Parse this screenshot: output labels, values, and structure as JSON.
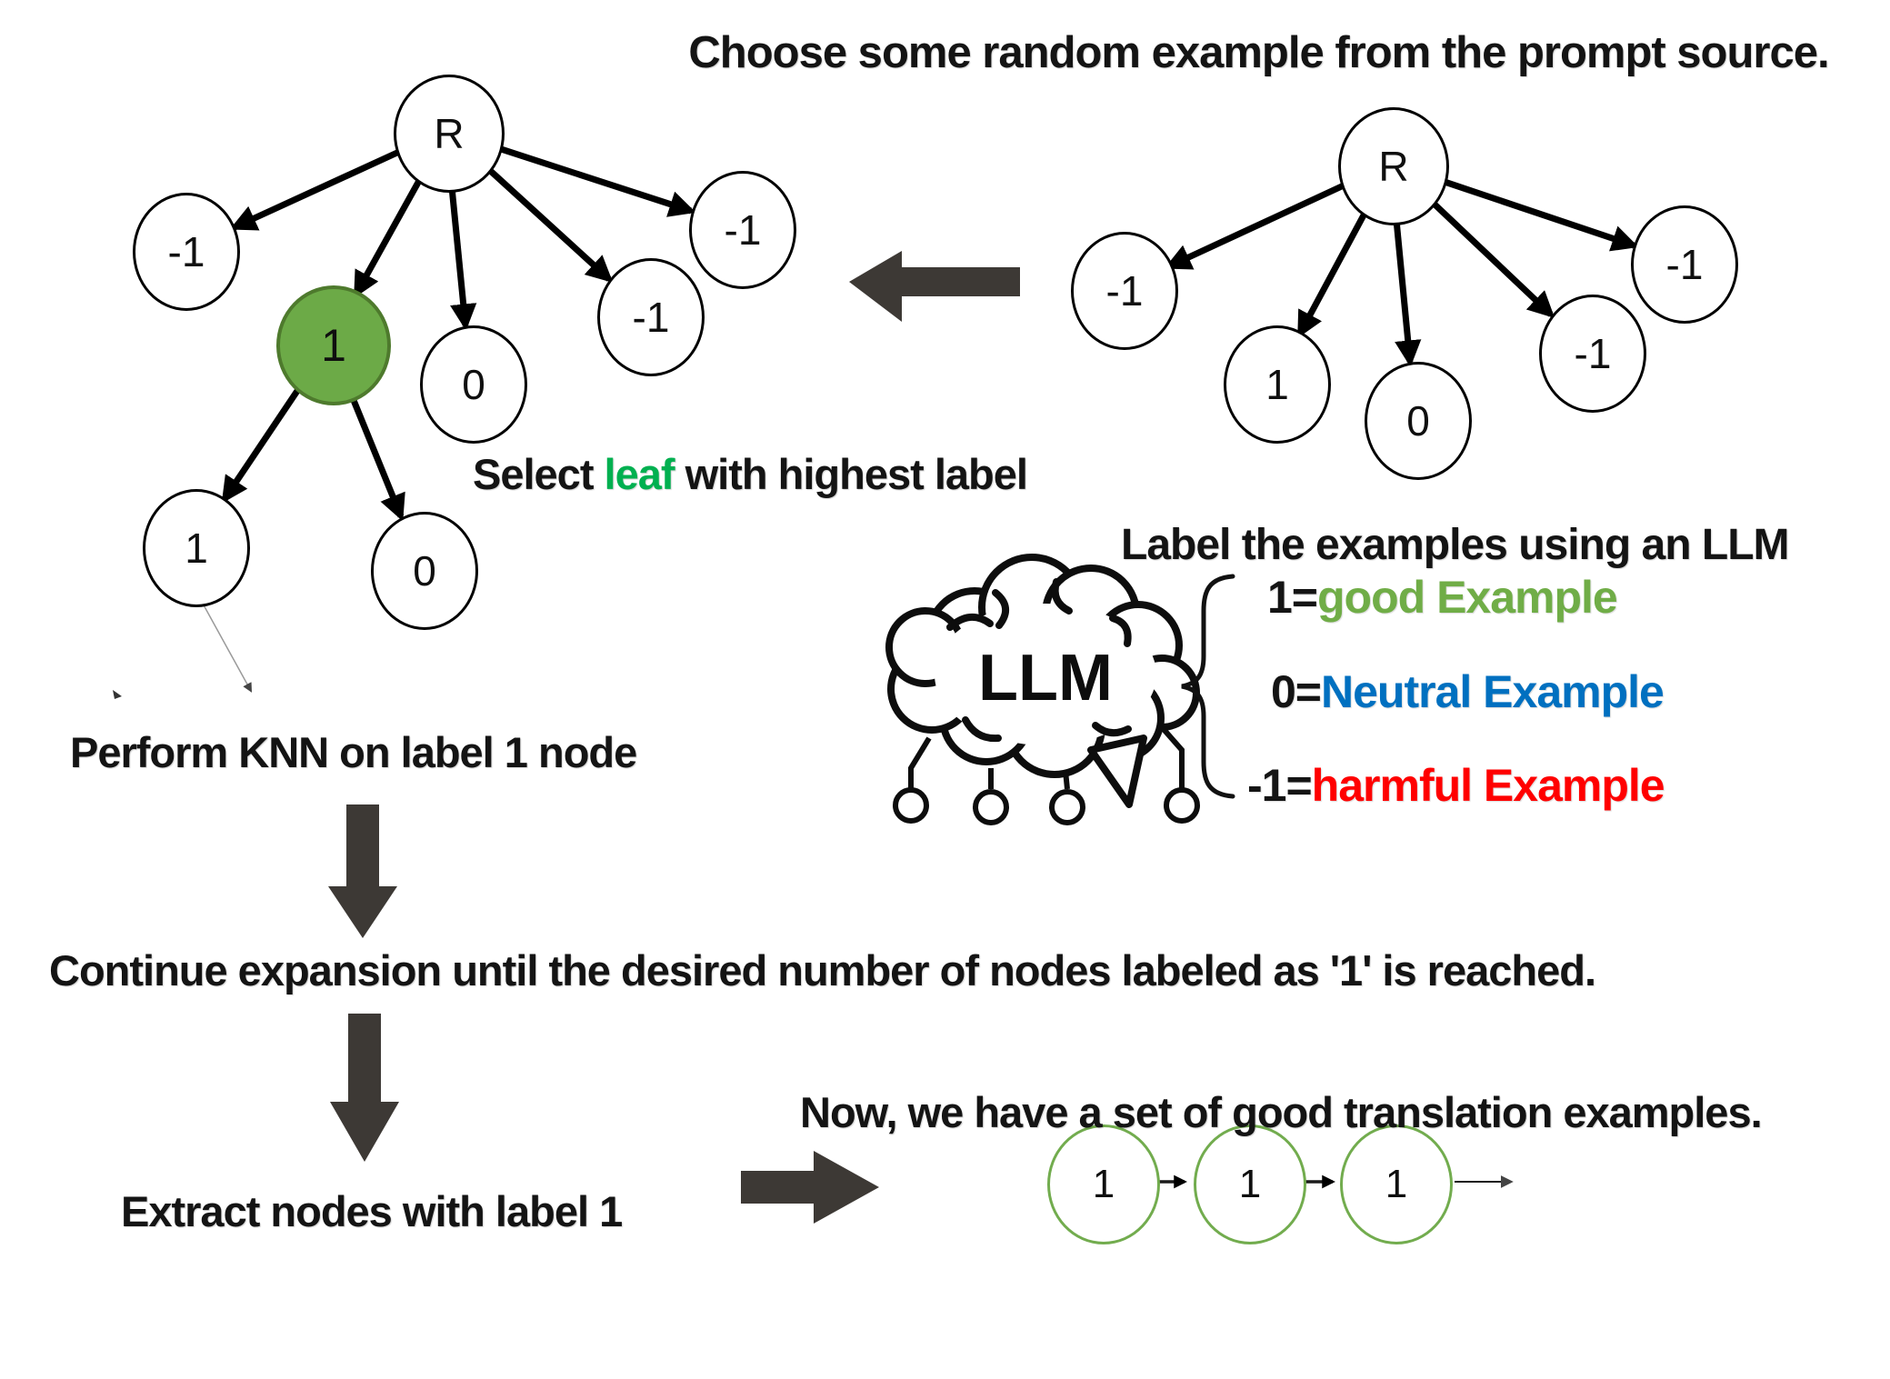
{
  "title": "Choose some random example from the prompt source.",
  "captions": {
    "select_prefix": "Select ",
    "select_highlight": "leaf",
    "select_suffix": " with highest label",
    "label_examples": "Label the examples using an LLM",
    "perform_knn": "Perform KNN on label 1 node",
    "continue_expansion": "Continue expansion until the desired number of nodes labeled as '1' is reached.",
    "now_have": "Now, we have a set of good translation examples.",
    "extract_nodes": "Extract nodes with label 1"
  },
  "left_tree": {
    "root": {
      "label": "R"
    },
    "children": [
      {
        "label": "-1"
      },
      {
        "label": "1",
        "highlighted": true
      },
      {
        "label": "0"
      },
      {
        "label": "-1"
      },
      {
        "label": "-1"
      }
    ],
    "grandchildren": [
      {
        "label": "1"
      },
      {
        "label": "0"
      }
    ]
  },
  "right_tree": {
    "root": {
      "label": "R"
    },
    "children": [
      {
        "label": "-1"
      },
      {
        "label": "1"
      },
      {
        "label": "0"
      },
      {
        "label": "-1"
      },
      {
        "label": "-1"
      }
    ]
  },
  "llm_icon": {
    "label": "LLM"
  },
  "legend": {
    "items": [
      {
        "prefix": "1=",
        "label": "good Example",
        "color": "#70AD47"
      },
      {
        "prefix": "0=",
        "label": "Neutral Example",
        "color": "#0070C0"
      },
      {
        "prefix": "-1=",
        "label": "harmful Example",
        "color": "#FF0000"
      }
    ]
  },
  "result_chain": {
    "nodes": [
      {
        "label": "1"
      },
      {
        "label": "1"
      },
      {
        "label": "1"
      }
    ]
  },
  "colors": {
    "selected_node_fill": "#6CAA47",
    "selected_node_border": "#4E7A2D",
    "leaf_highlight_green": "#00B050",
    "legend_green": "#70AD47",
    "legend_blue": "#0070C0",
    "legend_red": "#FF0000",
    "flow_arrow_dark": "#3D3935",
    "chain_node_green": "#72AC4E"
  }
}
